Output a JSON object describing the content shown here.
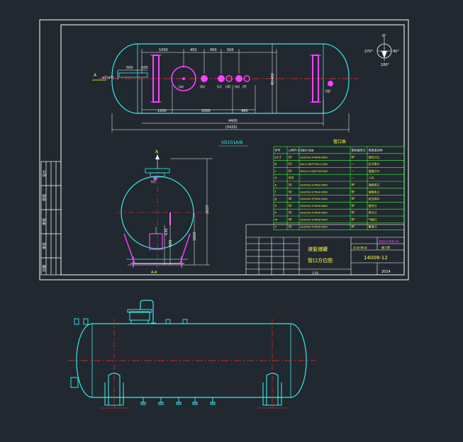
{
  "colors": {
    "background": "#212830",
    "frame": "#ffffff",
    "vessel": "#3ce6e6",
    "nozzle": "#ff40ff",
    "centerline": "#ff3030",
    "dimension": "#ffffff",
    "table": "#40ff40",
    "label": "#ffff40"
  },
  "plan_view": {
    "top_dims": [
      "1050",
      "450",
      "450",
      "500"
    ],
    "bottom_dims": [
      "1200",
      "2000",
      "480"
    ],
    "overall_length": "4400",
    "overall_length_total": "(5425)",
    "height_dim": "Φ1400",
    "left_nozzle_dims": [
      "500",
      "100"
    ],
    "nozzle_marks": [
      "(a)",
      "(b)",
      "(c)",
      "(d)",
      "(e)",
      "(f)",
      "(g)"
    ],
    "view_label": "A",
    "nozzle_callout": "a1(a7)",
    "caption": "VD101A/B",
    "compass_labels": [
      "0°",
      "90°",
      "180°",
      "270°"
    ]
  },
  "end_view": {
    "top_label": "A",
    "nozzle_mark": "(c)",
    "dims": [
      "2637",
      "1820",
      "630",
      "600"
    ],
    "bottom_label": "A-A"
  },
  "nozzle_table": {
    "title": "管口表",
    "headers": [
      "符号",
      "公称尺寸",
      "连接尺寸标准",
      "密封面形式",
      "用途或名称"
    ],
    "rows": [
      [
        "a1-2",
        "20",
        "HG20592-97PN16 DN20",
        "RF",
        "液位计口"
      ],
      [
        "b",
        "15",
        "Rp1/2 GB/T7306.1-2000",
        "—",
        "压力表口"
      ],
      [
        "c",
        "20",
        "M20×1.5 GB/T196-2003",
        "—",
        "温度计口"
      ],
      [
        "d",
        "450",
        "—",
        "—",
        "人孔"
      ],
      [
        "e",
        "50",
        "HG20592-97PN16 DN50",
        "RF",
        "液相进口"
      ],
      [
        "f",
        "50",
        "HG20592-97PN16 DN50",
        "RF",
        "液相出口"
      ],
      [
        "g",
        "40",
        "HG20592-97PN16 DN40",
        "RF",
        "安全阀口"
      ],
      [
        "h",
        "50",
        "HG20592-97PN16 DN50",
        "RF",
        "放空口"
      ],
      [
        "k",
        "50",
        "HG20592-97PN16 DN50",
        "RF",
        "排污口"
      ],
      [
        "m",
        "40",
        "HG20592-97PN16 DN40",
        "RF",
        "气相口"
      ],
      [
        "n",
        "50",
        "HG20592-97PN16 DN50",
        "RF",
        "备用口"
      ]
    ]
  },
  "title_block": {
    "project_name": "液氨储罐",
    "drawing_name": "管口方位图",
    "drawing_number": "14008-12",
    "scale": "1:50",
    "year": "2014",
    "company": "某某设计有限公司",
    "stage": "施工图",
    "sheet": "共1张 第1张"
  },
  "left_strip_labels": [
    "设计",
    "校核",
    "审核",
    "审定",
    "日期"
  ]
}
